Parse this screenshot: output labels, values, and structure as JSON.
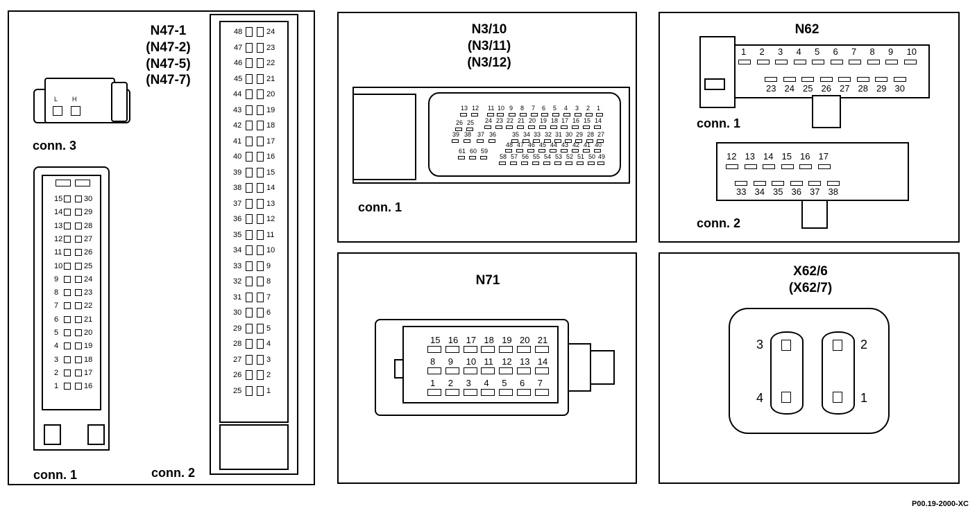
{
  "footer": "P00.19-2000-XC",
  "n47": {
    "title_lines": [
      "N47-1",
      "(N47-2)",
      "(N47-5)",
      "(N47-7)"
    ],
    "conn3_label": "conn. 3",
    "conn3_pins": [
      "L",
      "H"
    ],
    "conn1_label": "conn. 1",
    "conn1_left": [
      "15",
      "14",
      "13",
      "12",
      "11",
      "10",
      "9",
      "8",
      "7",
      "6",
      "5",
      "4",
      "3",
      "2",
      "1"
    ],
    "conn1_right": [
      "30",
      "29",
      "28",
      "27",
      "26",
      "25",
      "24",
      "23",
      "22",
      "21",
      "20",
      "19",
      "18",
      "17",
      "16"
    ],
    "conn2_label": "conn. 2",
    "conn2_left": [
      "48",
      "47",
      "46",
      "45",
      "44",
      "43",
      "42",
      "41",
      "40",
      "39",
      "38",
      "37",
      "36",
      "35",
      "34",
      "33",
      "32",
      "31",
      "30",
      "29",
      "28",
      "27",
      "26",
      "25"
    ],
    "conn2_right": [
      "24",
      "23",
      "22",
      "21",
      "20",
      "19",
      "18",
      "17",
      "16",
      "15",
      "14",
      "13",
      "12",
      "11",
      "10",
      "9",
      "8",
      "7",
      "6",
      "5",
      "4",
      "3",
      "2",
      "1"
    ]
  },
  "n3": {
    "title_lines": [
      "N3/10",
      "(N3/11)",
      "(N3/12)"
    ],
    "conn_label": "conn. 1",
    "row_top": [
      "13",
      "12",
      "11",
      "10",
      "9",
      "8",
      "7",
      "6",
      "5",
      "4",
      "3",
      "2",
      "1"
    ],
    "row_a": [
      "26",
      "25",
      "24",
      "23",
      "22",
      "21",
      "20",
      "19",
      "18",
      "17",
      "16",
      "15",
      "14"
    ],
    "row_b": [
      "39",
      "38",
      "37",
      "36",
      "35",
      "34",
      "33",
      "32",
      "31",
      "30",
      "29",
      "28",
      "27"
    ],
    "row_c": [
      "48",
      "47",
      "46",
      "45",
      "44",
      "43",
      "42",
      "41",
      "40"
    ],
    "row_d": [
      "61",
      "60",
      "59",
      "58",
      "57",
      "56",
      "55",
      "54",
      "53",
      "52",
      "51",
      "50",
      "49"
    ]
  },
  "n62": {
    "title": "N62",
    "conn1_label": "conn. 1",
    "conn1_top": [
      "1",
      "2",
      "3",
      "4",
      "5",
      "6",
      "7",
      "8",
      "9",
      "10"
    ],
    "conn1_bottom": [
      "23",
      "24",
      "25",
      "26",
      "27",
      "28",
      "29",
      "30"
    ],
    "conn2_label": "conn. 2",
    "conn2_top": [
      "12",
      "13",
      "14",
      "15",
      "16",
      "17"
    ],
    "conn2_bottom": [
      "33",
      "34",
      "35",
      "36",
      "37",
      "38"
    ]
  },
  "n71": {
    "title": "N71",
    "row1": [
      "15",
      "16",
      "17",
      "18",
      "19",
      "20",
      "21"
    ],
    "row2": [
      "8",
      "9",
      "10",
      "11",
      "12",
      "13",
      "14"
    ],
    "row3": [
      "1",
      "2",
      "3",
      "4",
      "5",
      "6",
      "7"
    ]
  },
  "x62": {
    "title_lines": [
      "X62/6",
      "(X62/7)"
    ],
    "pins": [
      "3",
      "4",
      "2",
      "1"
    ]
  }
}
